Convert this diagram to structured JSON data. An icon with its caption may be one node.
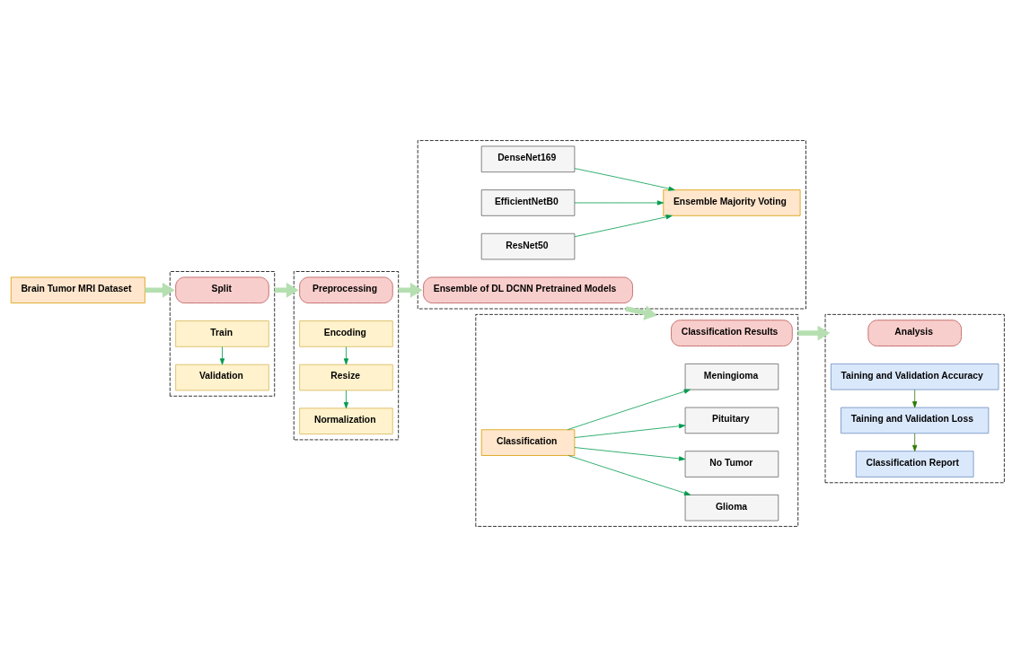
{
  "diagram": {
    "nodes": [
      {
        "text": [
          "Brain Tumor MRI Dataset"
        ]
      },
      {
        "text": [],
        "shape": "box"
      },
      {
        "text": [
          "Split"
        ],
        "in": 1
      },
      {
        "text": [
          "Train"
        ],
        "in": 1
      },
      {
        "text": [
          "Validation"
        ],
        "in": 1
      },
      {
        "text": [],
        "shape": "box"
      },
      {
        "text": [
          "Preprocessing"
        ],
        "in": 5
      },
      {
        "text": [
          "Encoding"
        ],
        "in": 5
      },
      {
        "text": [
          "Resize"
        ],
        "in": 5
      },
      {
        "text": [
          "Normalization"
        ],
        "in": 5
      },
      {
        "text": [],
        "shape": "box"
      },
      {
        "text": [
          "Ensemble of DL DCNN Pretrained Models"
        ],
        "in": 10
      },
      {
        "text": [
          "DenseNet169"
        ],
        "in": 10
      },
      {
        "text": [
          "EfficientNetB0"
        ],
        "in": 10
      },
      {
        "text": [
          "ResNet50"
        ],
        "in": 10
      },
      {
        "text": [
          "Ensemble Majority Voting"
        ],
        "in": 10
      },
      {
        "text": [],
        "shape": "box"
      },
      {
        "text": [
          "Classification Results"
        ],
        "in": 16
      },
      {
        "text": [
          "No Tumor"
        ],
        "in": 16
      },
      {
        "text": [
          "Glioma"
        ],
        "in": 16
      },
      {
        "text": [
          "Meningioma"
        ],
        "in": 16
      },
      {
        "text": [
          "Pituitary"
        ],
        "in": 16
      },
      {
        "text": [
          "Classification"
        ],
        "in": 16
      },
      {
        "text": [],
        "shape": "box"
      },
      {
        "text": [
          "Analysis"
        ],
        "in": 23
      },
      {
        "text": [
          "Taining and Validation Accuracy"
        ],
        "in": 23
      },
      {
        "text": [
          "Taining and Validation Loss"
        ],
        "in": 23
      },
      {
        "text": [
          "Classification Report"
        ],
        "in": 23
      }
    ],
    "edges": [
      {
        "from": 0,
        "to": 1,
        "arrow": "to",
        "style": "thick",
        "color": "#b5dfb0"
      },
      {
        "from": 1,
        "to": 5,
        "arrow": "to",
        "style": "thick",
        "color": "#b5dfb0"
      },
      {
        "from": 5,
        "to": 10,
        "arrow": "to",
        "style": "thick",
        "color": "#b5dfb0"
      },
      {
        "from": 10,
        "to": 16,
        "arrow": "to",
        "style": "thick",
        "color": "#b5dfb0"
      },
      {
        "from": 16,
        "to": 23,
        "arrow": "to",
        "style": "thick",
        "color": "#b5dfb0"
      },
      {
        "from": 3,
        "to": 4,
        "arrow": "to"
      },
      {
        "from": 7,
        "to": 8,
        "arrow": "to"
      },
      {
        "from": 8,
        "to": 9,
        "arrow": "to"
      },
      {
        "from": 12,
        "to": 15,
        "arrow": "to"
      },
      {
        "from": 13,
        "to": 15,
        "arrow": "to"
      },
      {
        "from": 14,
        "to": 15,
        "arrow": "to"
      },
      {
        "from": 22,
        "to": 18,
        "arrow": "to"
      },
      {
        "from": 22,
        "to": 19,
        "arrow": "to"
      },
      {
        "from": 22,
        "to": 20,
        "arrow": "to"
      },
      {
        "from": 22,
        "to": 21,
        "arrow": "to"
      },
      {
        "from": 25,
        "to": 26,
        "arrow": "to",
        "color": "#2d7a00"
      },
      {
        "from": 26,
        "to": 27,
        "arrow": "to",
        "color": "#2d7a00"
      }
    ]
  }
}
